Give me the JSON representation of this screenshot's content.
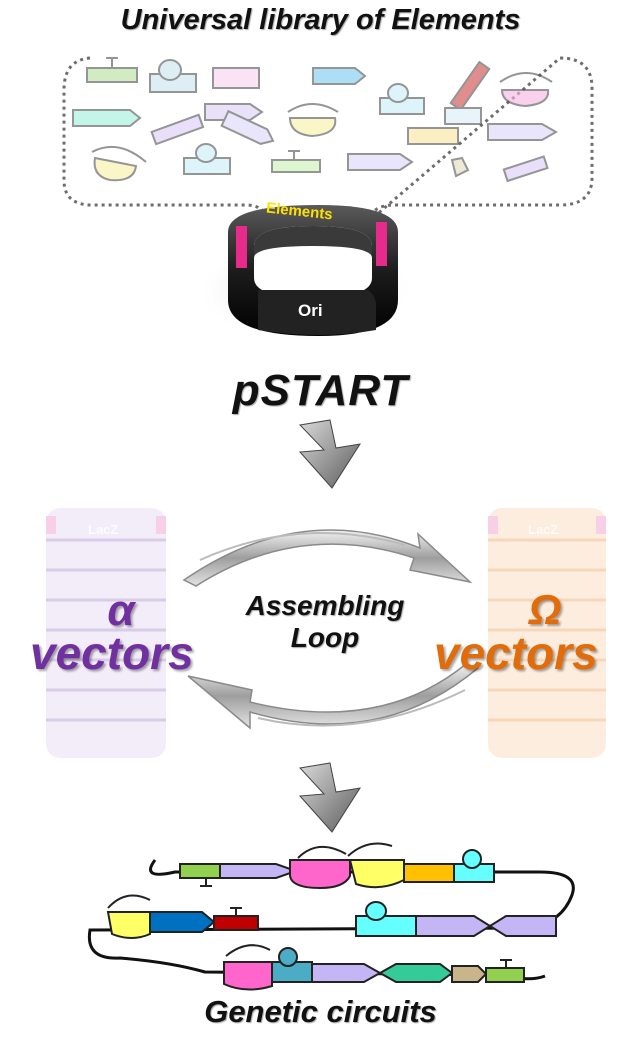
{
  "title": "Universal library of Elements",
  "plasmid": {
    "name": "pSTART",
    "insert_label": "Elements",
    "ori_label": "Ori"
  },
  "stack_labels": [
    "LacZ",
    "Ori"
  ],
  "alpha": {
    "symbol": "α",
    "word": "vectors",
    "color": "#7030a0"
  },
  "omega": {
    "symbol": "Ω",
    "word": "vectors",
    "color": "#e36c0a"
  },
  "loop_label": [
    "Assembling",
    "Loop"
  ],
  "footer": "Genetic circuits",
  "colors": {
    "pink": "#ff66cc",
    "yellow": "#ffff66",
    "blue": "#0070c0",
    "cyan": "#66ffff",
    "lavender": "#c4b5f5",
    "green": "#92d050",
    "red": "#c00000",
    "orange": "#ffc000",
    "tan": "#c9b58a",
    "teal": "#4bacc6"
  }
}
